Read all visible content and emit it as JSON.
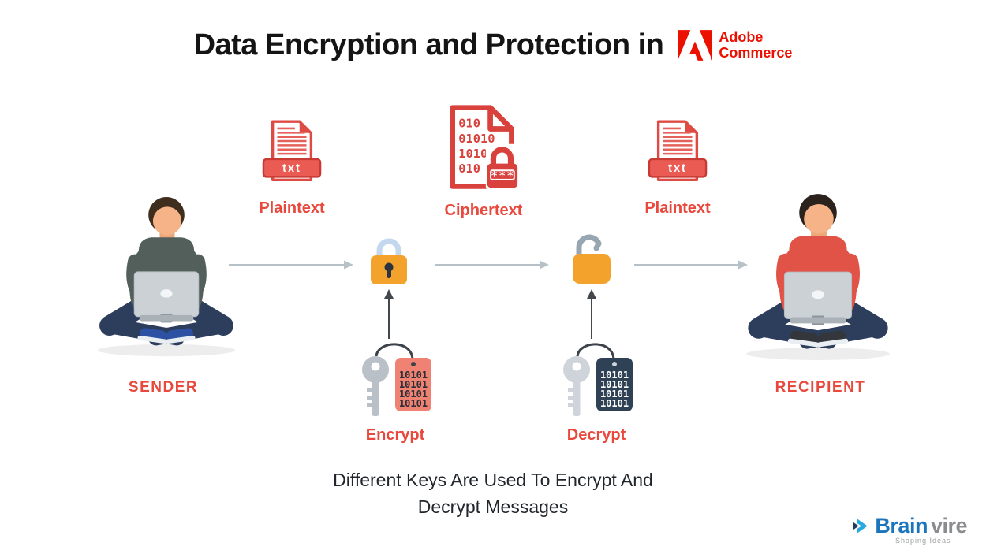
{
  "header": {
    "title": "Data Encryption and Protection in",
    "adobe": {
      "line1": "Adobe",
      "line2": "Commerce"
    }
  },
  "flow": {
    "sender": "SENDER",
    "recipient": "RECIPIENT",
    "plaintext_left": "Plaintext",
    "ciphertext": "Ciphertext",
    "plaintext_right": "Plaintext",
    "txt_badge_left": "txt",
    "txt_badge_right": "txt",
    "cipher_binary": [
      "010",
      "01010",
      "1010",
      "010"
    ],
    "cipher_lock_text": "***",
    "encrypt": "Encrypt",
    "decrypt": "Decrypt",
    "encrypt_tag": [
      "10101",
      "10101",
      "10101",
      "10101"
    ],
    "decrypt_tag": [
      "10101",
      "10101",
      "10101",
      "10101"
    ]
  },
  "caption": {
    "line1": "Different Keys Are Used To Encrypt And",
    "line2": "Decrypt Messages"
  },
  "brand": {
    "name_blue": "Brain",
    "name_gray": "vire",
    "tagline": "Shaping Ideas"
  },
  "colors": {
    "accent_red": "#e8493c",
    "icon_red": "#d8413c",
    "lock_orange": "#f3a32c",
    "closed_shackle_blue": "#c3d7ee",
    "open_shackle_gray": "#97a6b1",
    "tag_salmon": "#ef8273",
    "tag_navy": "#2f4154",
    "arrow_gray": "#b7c1c8",
    "adobe_red": "#eb1000",
    "brainvire_blue": "#1b75bc",
    "brainvire_gray": "#8a8d90"
  }
}
